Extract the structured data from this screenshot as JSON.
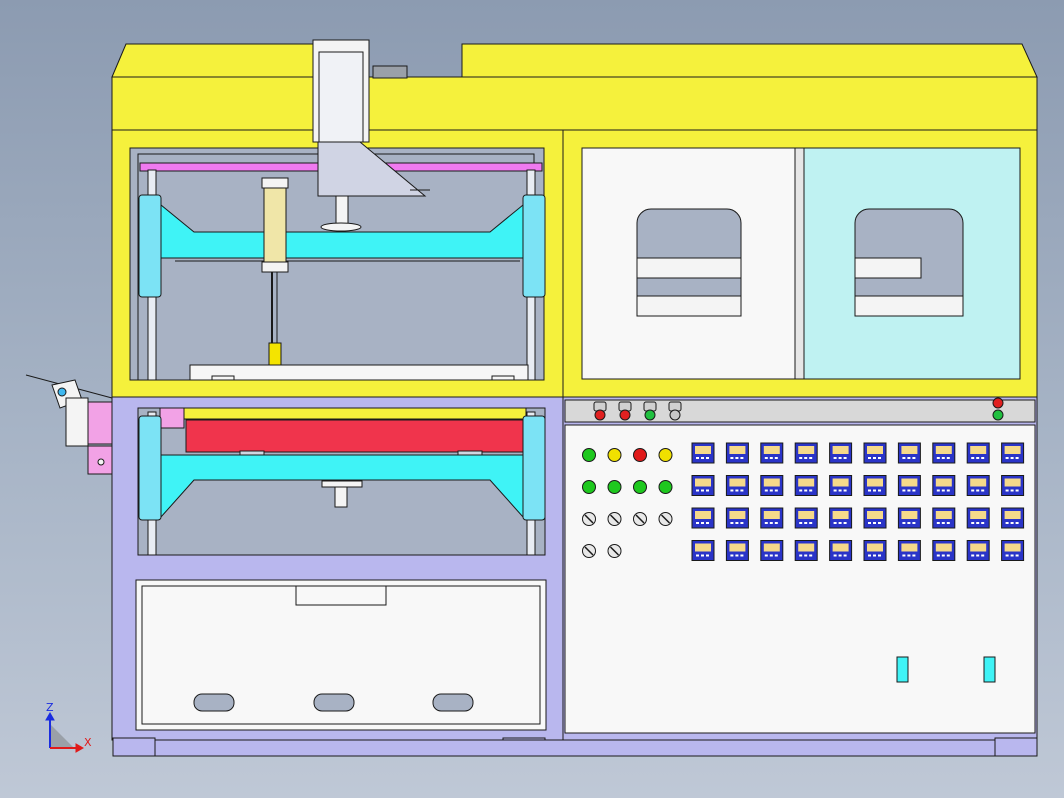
{
  "viewport": {
    "background_top": "#8c9bb1",
    "background_bottom": "#bfc8d6"
  },
  "colors": {
    "outline": "#1a1a1a",
    "yellow_frame": "#f5f13c",
    "lavender_frame": "#b9b7ee",
    "cyan_beam": "#3ff3f6",
    "cyan_column": "#7ce3f5",
    "red_platen": "#f0344c",
    "magenta_rail": "#f07af0",
    "pink_bracket": "#f2a2e6",
    "interior_gray": "#a8b2c4",
    "panel_white": "#f8f8f8",
    "window_cyan": "#bff2f2",
    "hood_gray": "#d0d4e4",
    "control_strip": "#d8d8d8",
    "controller_blue": "#2a34c8",
    "controller_screen": "#f5d98a",
    "lamp_green": "#1ec81e",
    "lamp_yellow": "#f0e000",
    "lamp_red": "#e01a1a",
    "button_red": "#e02020",
    "button_green": "#20c040",
    "slot_cyan": "#3ff3f6",
    "handle_gray": "#a8b2c4"
  },
  "machine": {
    "view": "front",
    "sections": [
      "upper-press-chamber",
      "lower-mold-chamber",
      "base-drawer",
      "electrical-cabinet"
    ],
    "upper_chamber": {
      "cylinder_count": 1,
      "guide_column_count": 2
    },
    "lower_chamber": {
      "guide_column_count": 2,
      "platen": "red"
    },
    "drawer": {
      "handle_slot_count": 3
    }
  },
  "control_panel": {
    "selector_switch_count": 4,
    "indicator_lamp_rows": [
      [
        "green",
        "yellow",
        "red",
        "yellow"
      ],
      [
        "green",
        "green",
        "green",
        "green"
      ]
    ],
    "knob_rows": [
      4,
      2
    ],
    "temperature_controller_grid": {
      "rows": 4,
      "columns": 10
    },
    "emergency_button": "red-green"
  },
  "axis_triad": {
    "z_label": "Z",
    "x_label": "X",
    "z_color": "#1a2ce0",
    "x_color": "#e01a1a"
  }
}
